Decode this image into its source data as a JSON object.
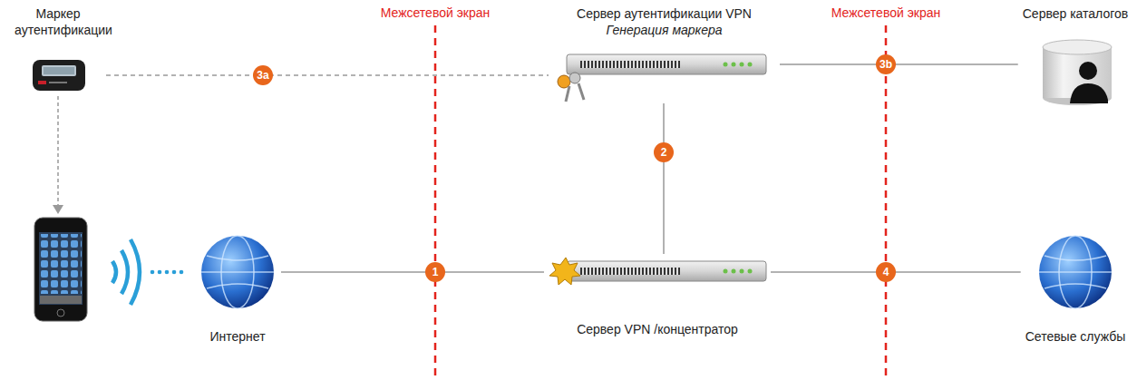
{
  "diagram": {
    "nodes": [
      {
        "text": [
          "Маркер аутентификации"
        ]
      },
      {
        "text": [
          "Сервер аутентификации VPN",
          "Генерация маркера"
        ]
      },
      {
        "text": [
          "Сервер каталогов"
        ]
      },
      {
        "text": [
          "Интернет"
        ]
      },
      {
        "text": [
          "Сервер VPN /концентратор"
        ]
      },
      {
        "text": [
          "Сетевые службы"
        ]
      }
    ],
    "edges": [
      {
        "from": 0,
        "to": 1,
        "arrow": "none",
        "label": "3a"
      },
      {
        "from": 1,
        "to": 2,
        "arrow": "none",
        "label": "3b"
      },
      {
        "from": 1,
        "to": 4,
        "arrow": "none",
        "label": "2"
      },
      {
        "from": 3,
        "to": 4,
        "arrow": "none",
        "label": "1"
      },
      {
        "from": 4,
        "to": 5,
        "arrow": "none",
        "label": "4"
      }
    ],
    "labels": [
      "Межсетевой экран",
      "Межсетевой экран"
    ]
  }
}
